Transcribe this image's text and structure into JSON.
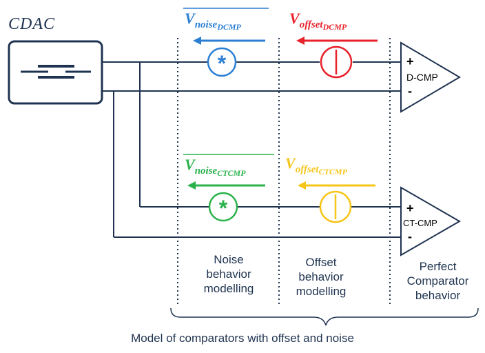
{
  "cdac": {
    "label": "CDAC"
  },
  "dcmp": {
    "label": "D-CMP",
    "plus": "+",
    "minus": "-",
    "noise": {
      "base": "V",
      "sub1": "noise",
      "sub2": "D",
      "sub3": "CMP"
    },
    "offset": {
      "base": "V",
      "sub1": "offset",
      "sub2": "D",
      "sub3": "CMP"
    }
  },
  "ctcmp": {
    "label": "CT-CMP",
    "plus": "+",
    "minus": "-",
    "noise": {
      "base": "V",
      "sub1": "noise",
      "sub2": "CT",
      "sub3": "CMP"
    },
    "offset": {
      "base": "V",
      "sub1": "offset",
      "sub2": "CT",
      "sub3": "CMP"
    }
  },
  "columns": {
    "noise": [
      "Noise",
      "behavior",
      "modelling"
    ],
    "offset": [
      "Offset",
      "behavior",
      "modelling"
    ],
    "perfect": [
      "Perfect",
      "Comparator",
      "behavior"
    ]
  },
  "footer": "Model of comparators with offset and noise",
  "colors": {
    "navy": "#1f3350",
    "blue": "#2a7fd4",
    "red": "#e8222b",
    "green": "#2ab24b",
    "yellow": "#f5c518"
  }
}
